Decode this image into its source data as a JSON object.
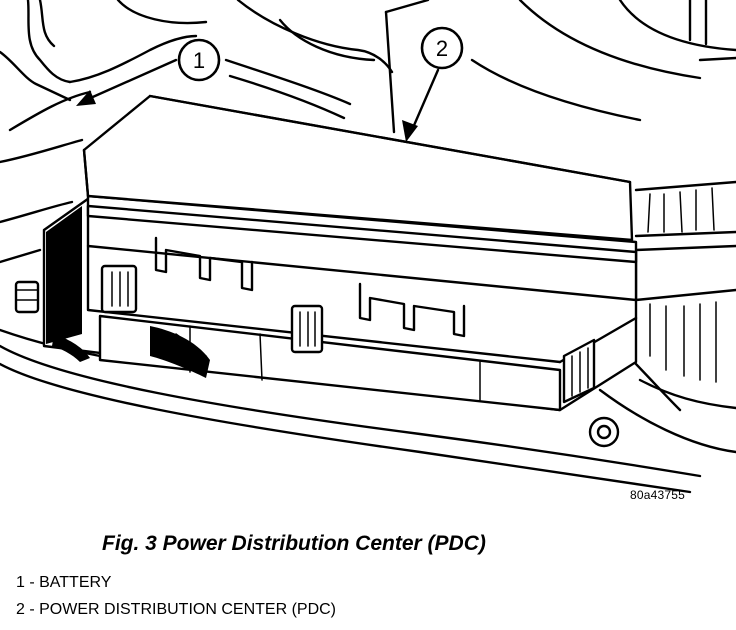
{
  "figure": {
    "code": "80a43755",
    "caption": "Fig. 3 Power Distribution Center (PDC)"
  },
  "callouts": [
    {
      "number": "1",
      "label": "BATTERY",
      "legend_text": "1 - BATTERY"
    },
    {
      "number": "2",
      "label": "POWER DISTRIBUTION CENTER (PDC)",
      "legend_text": "2 - POWER DISTRIBUTION CENTER (PDC)"
    }
  ]
}
